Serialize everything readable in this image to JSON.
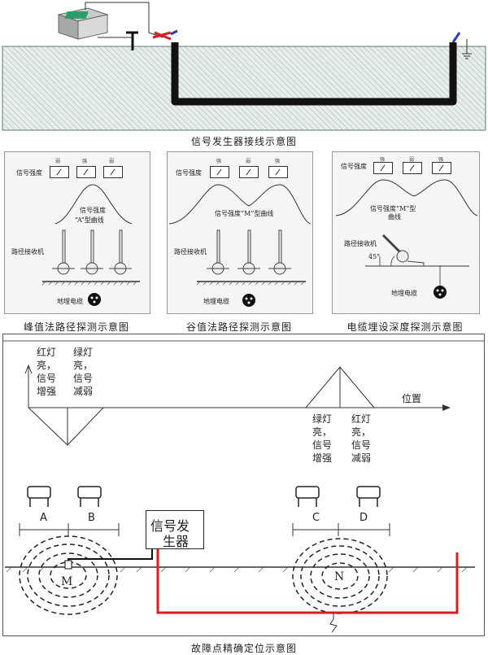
{
  "top": {
    "caption": "信号发生器接线示意图"
  },
  "panels": {
    "peak": {
      "caption": "峰值法路径探测示意图",
      "signal_strength": "信号强度",
      "meter_labels": [
        "弱",
        "强",
        "弱"
      ],
      "curve_label_line1": "信号强度",
      "curve_label_line2": "“A”型曲线",
      "receiver_label": "路径接收机",
      "cable_label": "地埋电缆"
    },
    "valley": {
      "caption": "谷值法路径探测示意图",
      "signal_strength": "信号强度",
      "meter_labels": [
        "强",
        "弱",
        "强"
      ],
      "curve_label": "信号强度“M”型曲线",
      "receiver_label": "路径接收机",
      "cable_label": "地埋电缆"
    },
    "depth": {
      "caption": "电缆埋设深度探测示意图",
      "signal_strength": "信号强度",
      "meter_labels": [
        "强",
        "弱",
        "强"
      ],
      "curve_label_line1": "信号强度“M”型",
      "curve_label_line2": "曲线",
      "receiver_label": "路径接收机",
      "angle_label": "45°",
      "cable_label": "地埋电缆"
    }
  },
  "fault": {
    "caption": "故障点精确定位示意图",
    "left_up_label": [
      "红灯",
      "亮，",
      "信号",
      "增强"
    ],
    "left_down_label": [
      "绿灯",
      "亮，",
      "信号",
      "减弱"
    ],
    "right_left_label": [
      "绿灯",
      "亮，",
      "信号",
      "增强"
    ],
    "right_right_label": [
      "红灯",
      "亮，",
      "信号",
      "减弱"
    ],
    "axis_label": "位置",
    "generator_label_line1": "信号发",
    "generator_label_line2": "生器",
    "points": [
      "A",
      "B",
      "C",
      "D"
    ],
    "m_label": "M",
    "n_label": "N"
  }
}
